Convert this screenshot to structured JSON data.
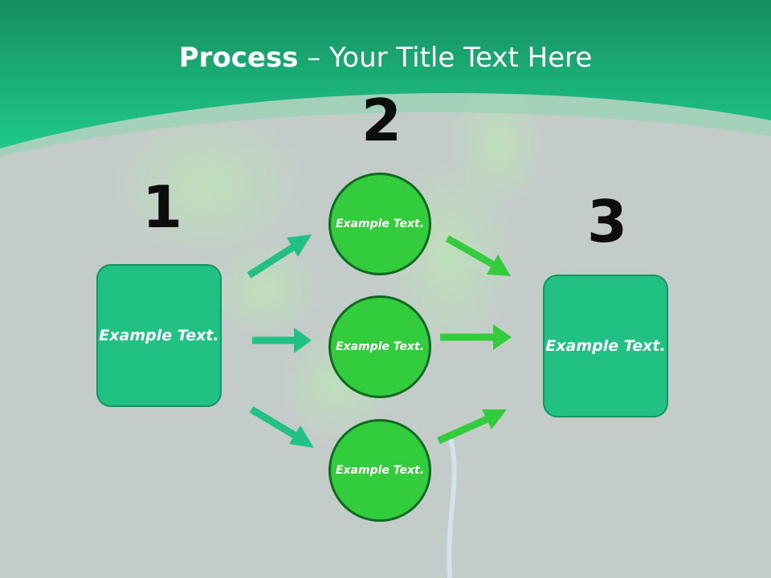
{
  "slide": {
    "title_bold": "Process",
    "title_rest": " – Your Title Text Here"
  },
  "steps": {
    "step1_number": "1",
    "step2_number": "2",
    "step3_number": "3"
  },
  "nodes": {
    "left_box": "Example Text.",
    "circle_top": "Example Text.",
    "circle_middle": "Example Text.",
    "circle_bottom": "Example Text.",
    "right_box": "Example Text."
  },
  "colors": {
    "header_green": "#1fc889",
    "box_fill": "#21c184",
    "circle_fill": "#33cc3d",
    "arrow_left": "#21c184",
    "arrow_right": "#33cc3d",
    "background": "#c4ccc9"
  }
}
